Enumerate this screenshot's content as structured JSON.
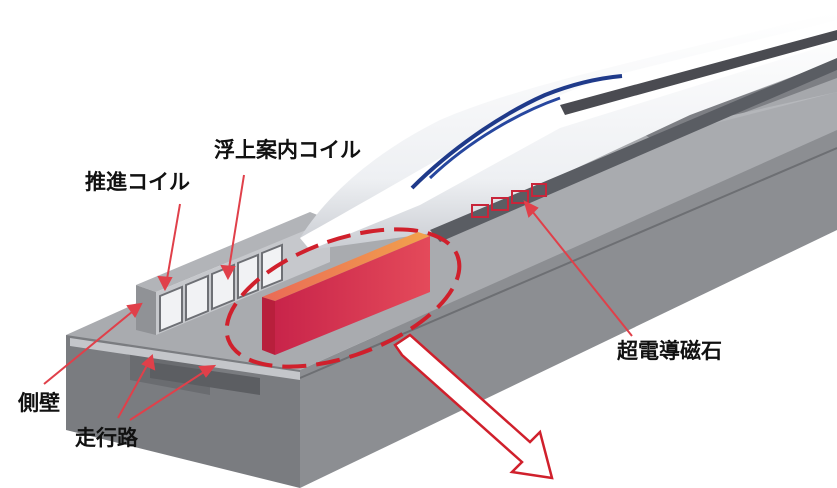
{
  "labels": {
    "levitation_guidance_coil": "浮上案内コイル",
    "propulsion_coil": "推進コイル",
    "superconducting_magnet": "超電導磁石",
    "side_wall": "側壁",
    "running_path": "走行路"
  },
  "colors": {
    "annotation_arrow": "#e0404a",
    "ellipse": "#d0202c",
    "magnet_front": "#d8384a",
    "magnet_top": "#f08a4a",
    "train_stripe": "#1f3a8a",
    "concrete": "#8e8e8e"
  }
}
